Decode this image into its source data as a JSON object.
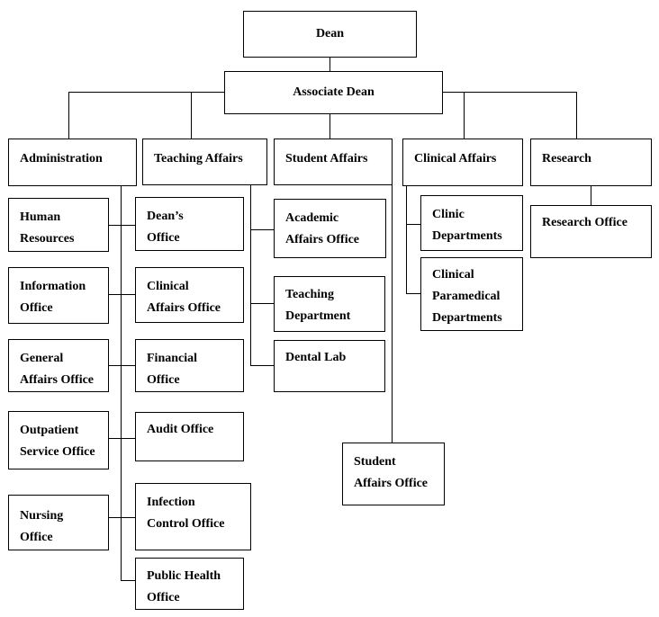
{
  "nodes": {
    "dean": "Dean",
    "associate_dean": "Associate Dean",
    "administration": "Administration",
    "teaching_affairs": "Teaching Affairs",
    "student_affairs": "Student Affairs",
    "clinical_affairs": "Clinical Affairs",
    "research": "Research",
    "human_resources": [
      "Human",
      "Resources"
    ],
    "information_office": [
      "Information",
      "Office"
    ],
    "general_affairs_office": [
      "General",
      "Affairs Office"
    ],
    "outpatient_service_office": [
      "Outpatient",
      "Service Office"
    ],
    "nursing_office": [
      "Nursing",
      "Office"
    ],
    "deans_office": [
      "Dean’s",
      "Office"
    ],
    "clinical_affairs_office": [
      "Clinical",
      "Affairs Office"
    ],
    "financial_office": [
      "Financial",
      "Office"
    ],
    "audit_office": "Audit Office",
    "infection_control_office": [
      "Infection",
      "Control Office"
    ],
    "public_health_office": [
      "Public Health",
      "Office"
    ],
    "academic_affairs_office": [
      "Academic",
      "Affairs Office"
    ],
    "teaching_department": [
      "Teaching",
      "Department"
    ],
    "dental_lab": "Dental Lab",
    "student_affairs_office": [
      "Student",
      "Affairs Office"
    ],
    "clinic_departments": [
      "Clinic",
      "Departments"
    ],
    "clinical_paramedical_departments": [
      "Clinical",
      "Paramedical",
      "Departments"
    ],
    "research_office": "Research Office"
  }
}
